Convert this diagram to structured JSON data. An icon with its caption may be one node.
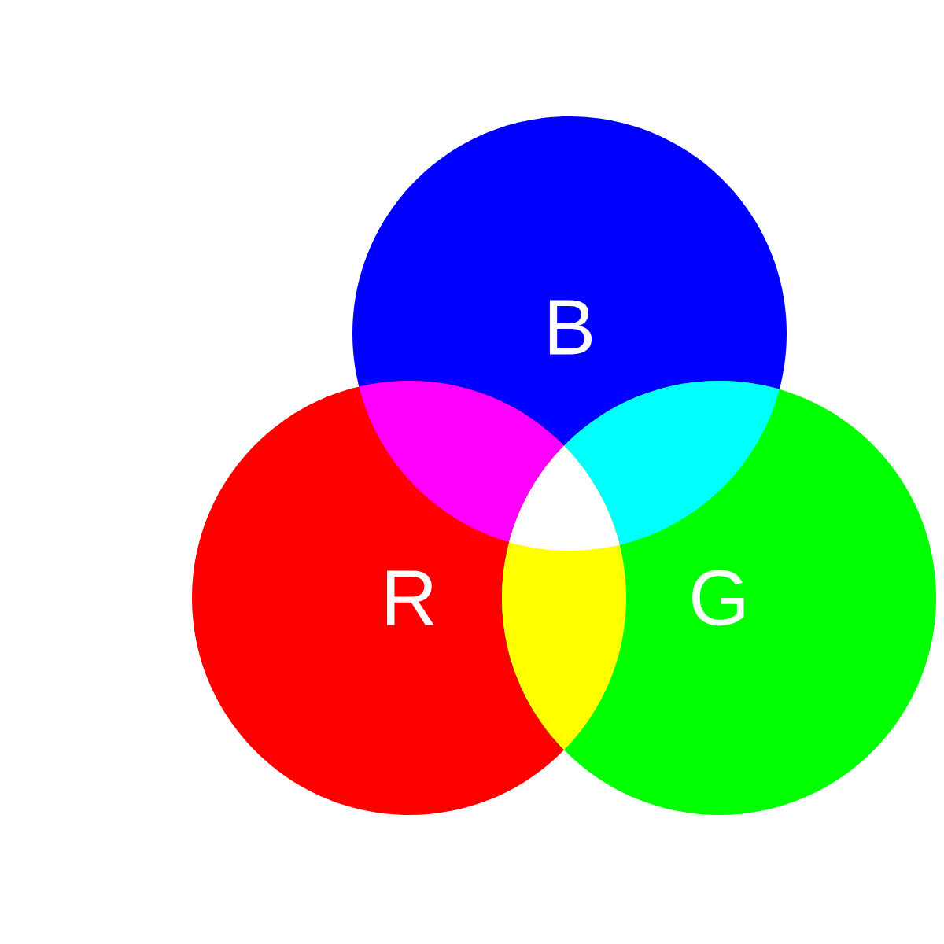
{
  "diagram": {
    "nodes": [
      {
        "text": [
          "B"
        ]
      },
      {
        "text": [
          "R"
        ]
      },
      {
        "text": [
          "G"
        ]
      }
    ]
  }
}
